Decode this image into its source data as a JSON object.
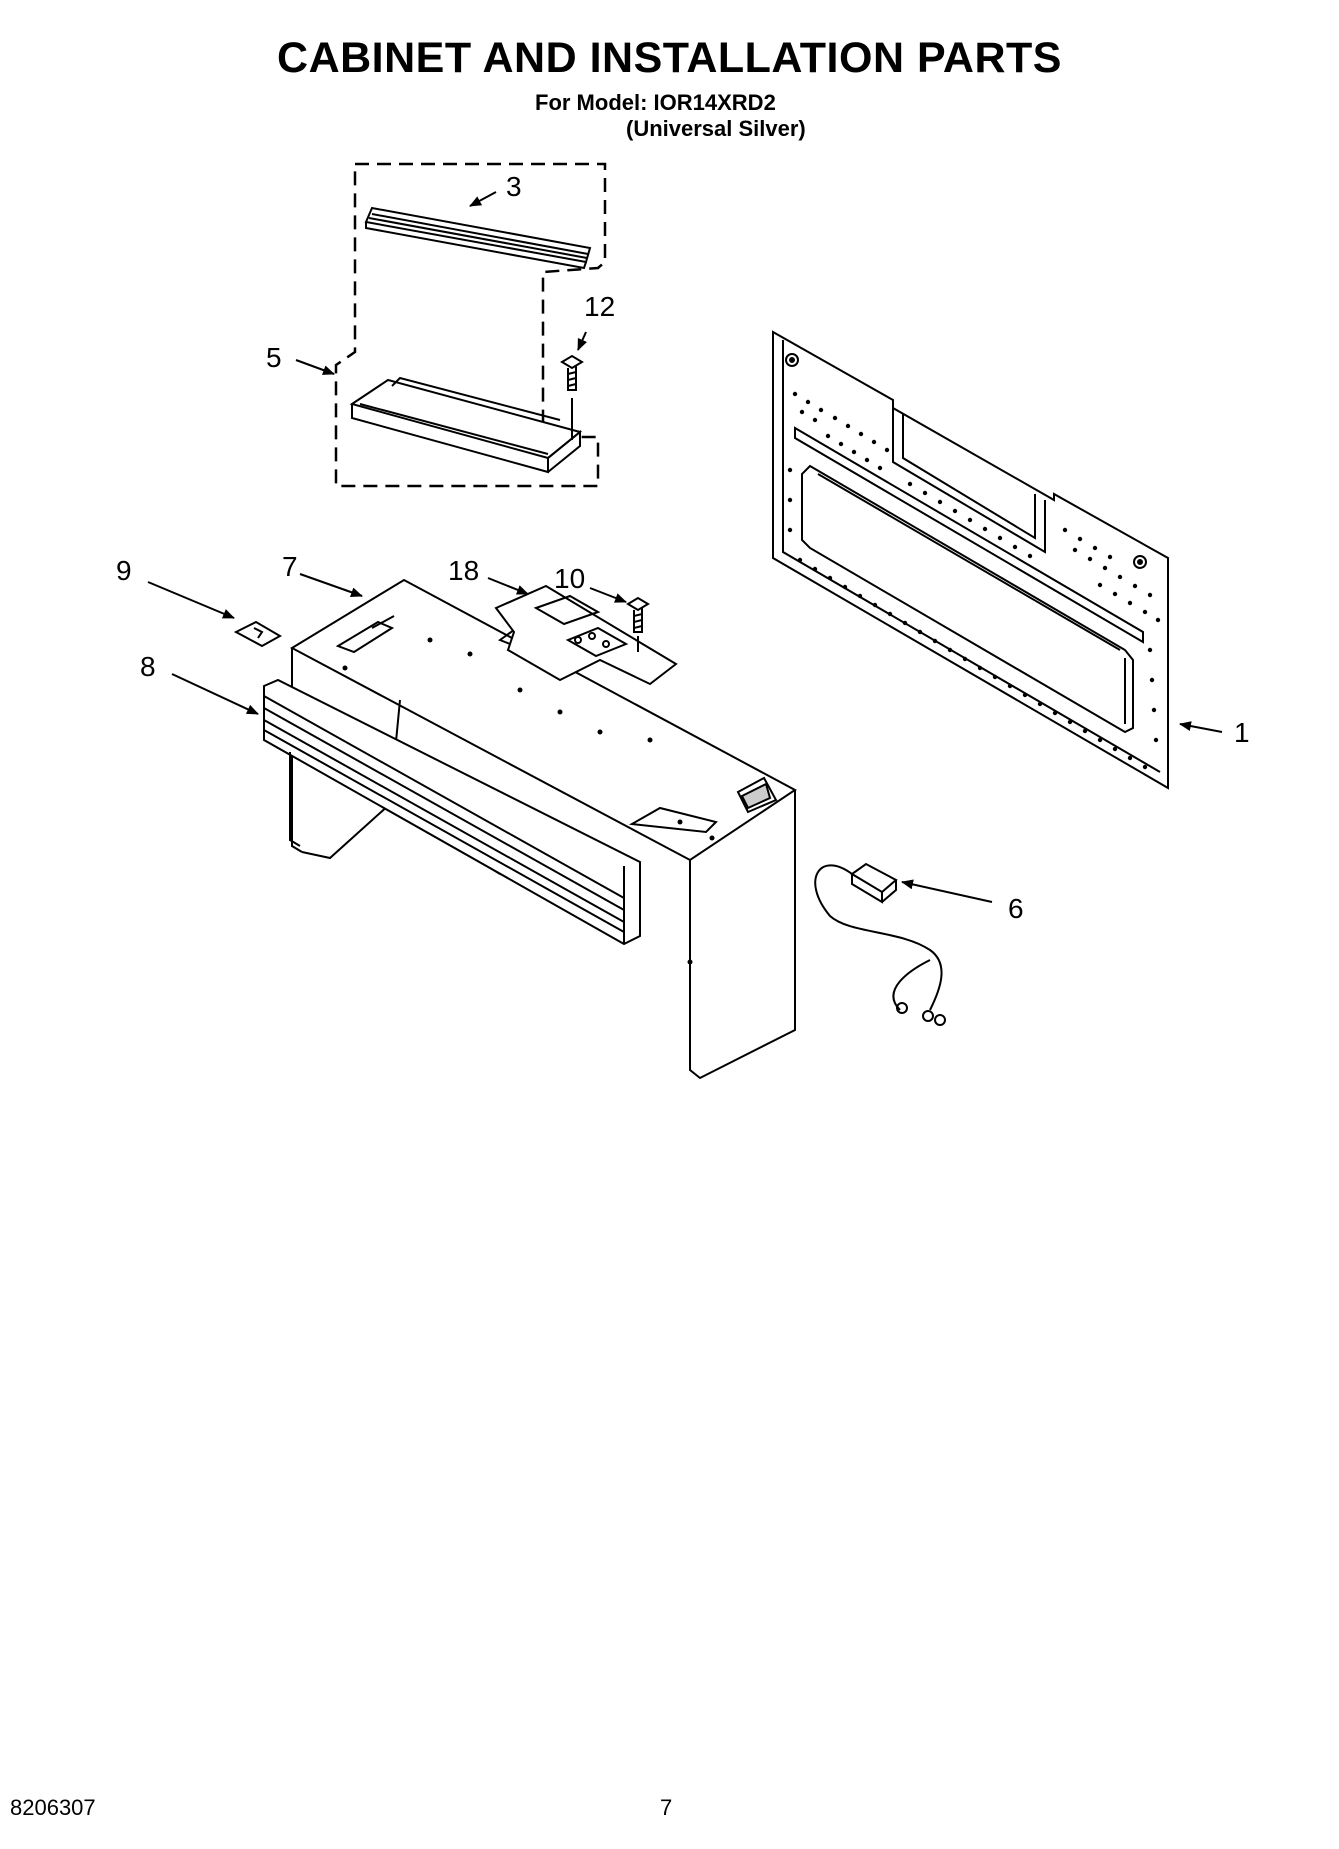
{
  "header": {
    "title": "CABINET AND INSTALLATION PARTS",
    "model_line": "For Model: IOR14XRD2",
    "variant_line": "(Universal Silver)"
  },
  "callouts": {
    "c1": "1",
    "c3": "3",
    "c5": "5",
    "c6": "6",
    "c7": "7",
    "c8": "8",
    "c9": "9",
    "c10": "10",
    "c12": "12",
    "c18": "18"
  },
  "footer": {
    "doc_number": "8206307",
    "page_number": "7"
  }
}
